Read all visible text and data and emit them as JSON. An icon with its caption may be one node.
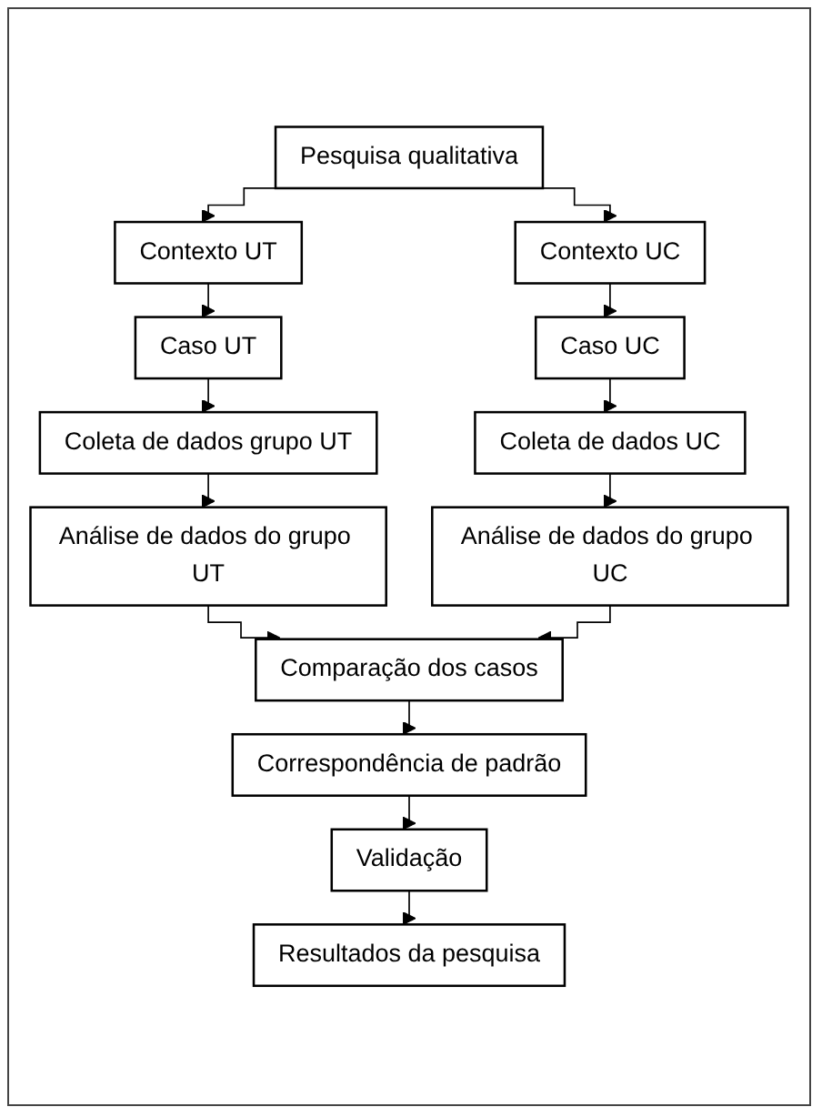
{
  "diagram": {
    "nodes": [
      {
        "text": [
          "Pesquisa qualitativa"
        ]
      },
      {
        "text": [
          "Contexto UT"
        ]
      },
      {
        "text": [
          "Contexto UC"
        ]
      },
      {
        "text": [
          "Caso UT"
        ]
      },
      {
        "text": [
          "Caso UC"
        ]
      },
      {
        "text": [
          "Coleta de dados grupo UT"
        ]
      },
      {
        "text": [
          "Coleta de dados UC"
        ]
      },
      {
        "text": [
          "Análise de dados do grupo UT"
        ]
      },
      {
        "text": [
          "Análise de dados do grupo UC"
        ]
      },
      {
        "text": [
          "Comparação dos casos"
        ]
      },
      {
        "text": [
          "Correspondência de padrão"
        ]
      },
      {
        "text": [
          "Validação"
        ]
      },
      {
        "text": [
          "Resultados da pesquisa"
        ]
      }
    ],
    "edges": [
      {
        "from": 0,
        "to": 1,
        "arrow": "to"
      },
      {
        "from": 0,
        "to": 2,
        "arrow": "to"
      },
      {
        "from": 1,
        "to": 3,
        "arrow": "to"
      },
      {
        "from": 2,
        "to": 4,
        "arrow": "to"
      },
      {
        "from": 3,
        "to": 5,
        "arrow": "to"
      },
      {
        "from": 4,
        "to": 6,
        "arrow": "to"
      },
      {
        "from": 5,
        "to": 7,
        "arrow": "to"
      },
      {
        "from": 6,
        "to": 8,
        "arrow": "to"
      },
      {
        "from": 7,
        "to": 9,
        "arrow": "to"
      },
      {
        "from": 8,
        "to": 9,
        "arrow": "to"
      },
      {
        "from": 9,
        "to": 10,
        "arrow": "to"
      },
      {
        "from": 10,
        "to": 11,
        "arrow": "to"
      },
      {
        "from": 11,
        "to": 12,
        "arrow": "to"
      }
    ]
  }
}
